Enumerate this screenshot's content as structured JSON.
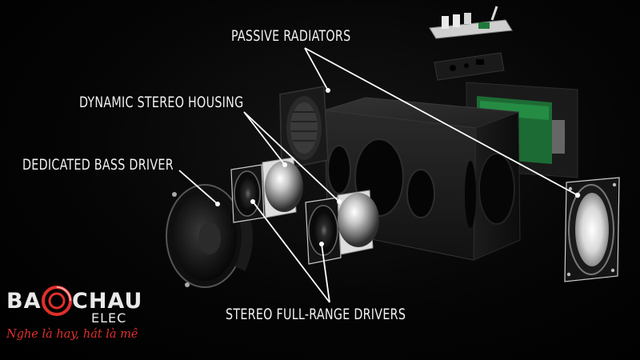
{
  "callouts": {
    "passive_radiators": "PASSIVE RADIATORS",
    "dynamic_stereo_housing": "DYNAMIC STEREO HOUSING",
    "dedicated_bass_driver": "DEDICATED BASS DRIVER",
    "stereo_full_range_drivers": "STEREO FULL-RANGE DRIVERS"
  },
  "watermark": {
    "brand_left": "BA",
    "brand_right": "CHAU",
    "sub": "ELEC",
    "slogan": "Nghe là hay, hát là mê"
  },
  "colors": {
    "background": "#000000",
    "callout_text": "#f2f2f2",
    "callout_line": "#ffffff",
    "brand_red": "#e0302c",
    "pcb_green": "#1f7a3a"
  }
}
